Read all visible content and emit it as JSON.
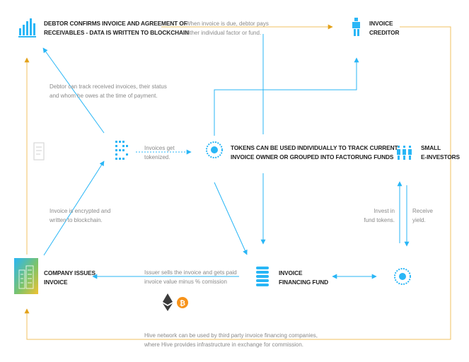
{
  "nodes": {
    "debtor": {
      "line1": "DEBTOR CONFIRMS INVOICE AND AGREEMENT OF",
      "line2": "RECEIVABLES - DATA IS WRITTEN TO BLOCKCHAIN"
    },
    "creditor": {
      "line1": "INVOICE",
      "line2": "CREDITOR"
    },
    "tokens": {
      "line1": "TOKENS CAN BE USED INDIVIDUALLY TO TRACK CURRENT",
      "line2": "INVOICE OWNER OR GROUPED INTO FACTORUNG FUNDS"
    },
    "investors": {
      "line1": "SMALL",
      "line2": "E-INVESTORS"
    },
    "company": {
      "line1": "COMPANY ISSUES",
      "line2": "INVOICE"
    },
    "fund": {
      "line1": "INVOICE",
      "line2": "FINANCING FUND"
    }
  },
  "notes": {
    "invoice_due": {
      "line1": "When invoice is due, debtor pays",
      "line2": "either individual factor or fund."
    },
    "debtor_track": {
      "line1": "Debtor can track received invoices, their status",
      "line2": "and whom he owes at the time of payment."
    },
    "tokenized": {
      "line1": "Invoices get",
      "line2": "tokenized."
    },
    "encrypted": {
      "line1": "Invoice is encrypted and",
      "line2": "written to blockchain."
    },
    "invest": {
      "line1": "Invest in",
      "line2": "fund tokens."
    },
    "receive": {
      "line1": "Receive",
      "line2": "yield."
    },
    "sells": {
      "line1": "Issuer sells the invoice and gets paid",
      "line2": "invoice value minus % comission"
    },
    "hive": {
      "line1": "Hive network can be used by third party invoice financing companies,",
      "line2": "where Hive provides infrastructure in exchange for commission."
    }
  },
  "crypto": {
    "bitcoin_symbol": "₿"
  },
  "colors": {
    "blue": "#29b6f6",
    "gold": "#f0c060",
    "gold_arrow": "#e3a21a",
    "text": "#222222",
    "note": "#8a8a8a"
  }
}
